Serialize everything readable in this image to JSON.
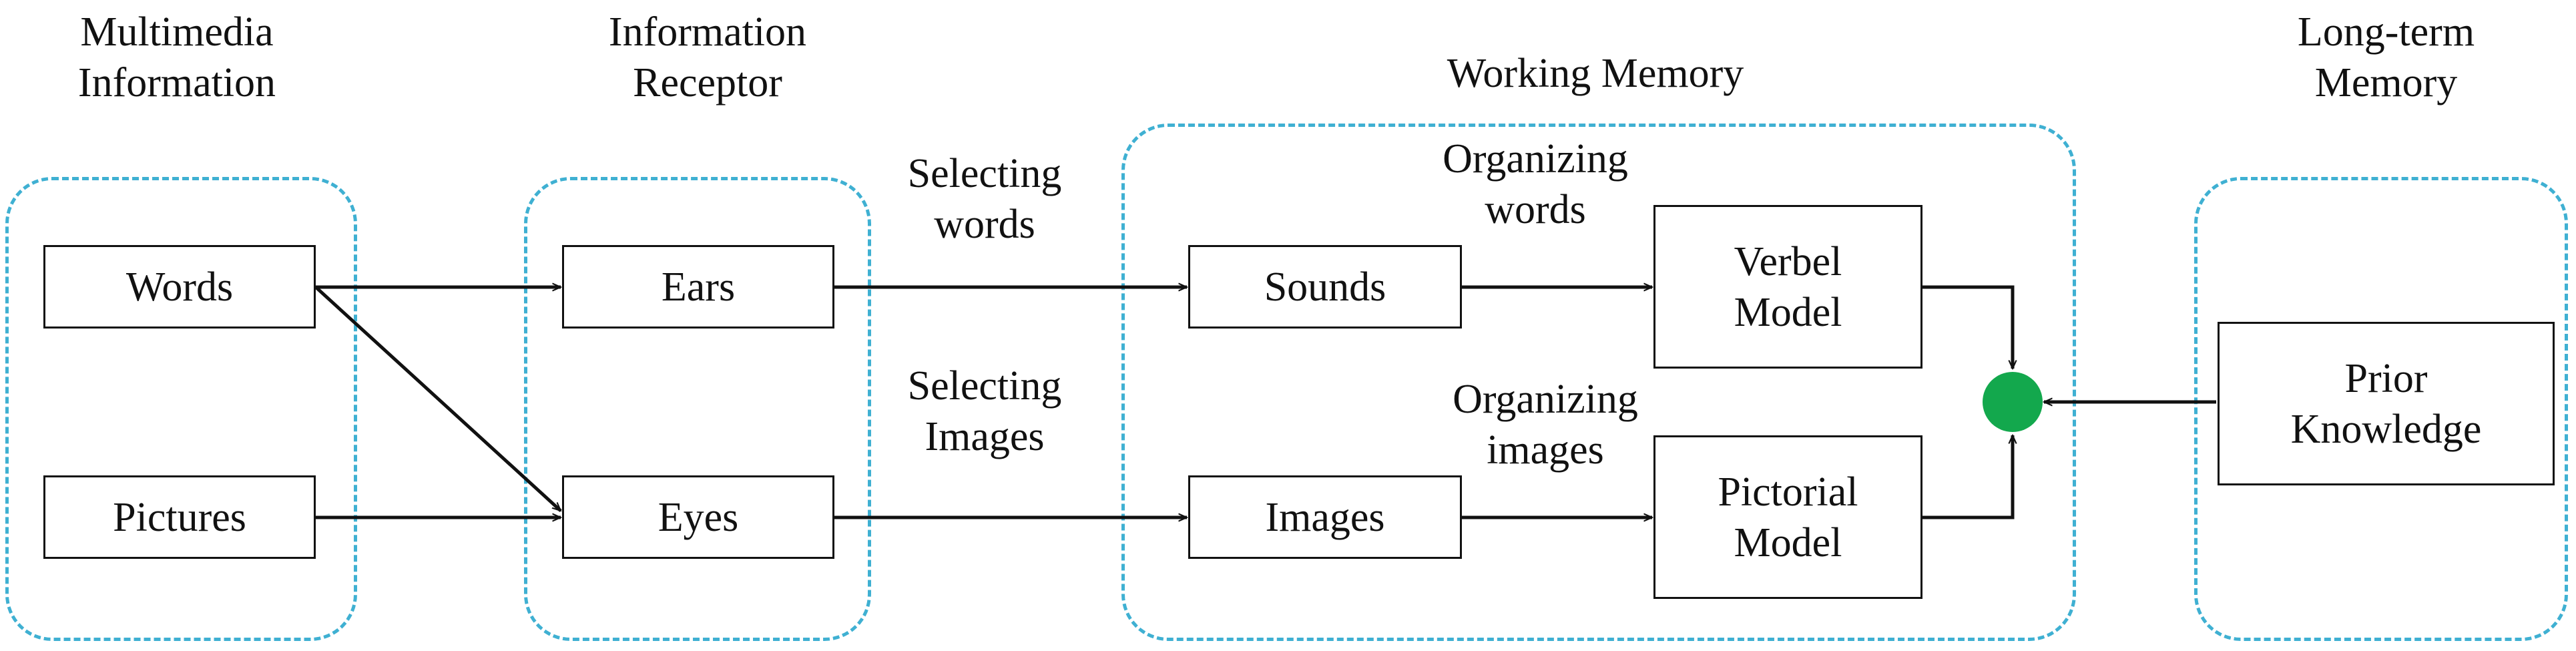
{
  "diagram": {
    "titles": {
      "multimedia": "Multimedia\nInformation",
      "receptor": "Information\nReceptor",
      "working": "Working Memory",
      "longterm": "Long-term\nMemory"
    },
    "nodes": {
      "words": "Words",
      "pictures": "Pictures",
      "ears": "Ears",
      "eyes": "Eyes",
      "sounds": "Sounds",
      "images": "Images",
      "verbal_model": "Verbel\nModel",
      "pictorial_model": "Pictorial\nModel",
      "prior_knowledge": "Prior\nKnowledge"
    },
    "edge_labels": {
      "selecting_words": "Selecting\nwords",
      "selecting_images": "Selecting\nImages",
      "organizing_words": "Organizing\nwords",
      "organizing_images": "Organizing\nimages"
    },
    "edges": [
      {
        "from": "words",
        "to": "ears"
      },
      {
        "from": "words",
        "to": "eyes"
      },
      {
        "from": "pictures",
        "to": "eyes"
      },
      {
        "from": "ears",
        "to": "sounds",
        "label": "selecting_words"
      },
      {
        "from": "eyes",
        "to": "images",
        "label": "selecting_images"
      },
      {
        "from": "sounds",
        "to": "verbal_model",
        "label": "organizing_words"
      },
      {
        "from": "images",
        "to": "pictorial_model",
        "label": "organizing_images"
      },
      {
        "from": "verbal_model",
        "to": "integration"
      },
      {
        "from": "pictorial_model",
        "to": "integration"
      },
      {
        "from": "prior_knowledge",
        "to": "integration"
      }
    ],
    "colors": {
      "group_border": "#3fb0d2",
      "junction": "#13a84d",
      "stroke": "#111111"
    }
  }
}
